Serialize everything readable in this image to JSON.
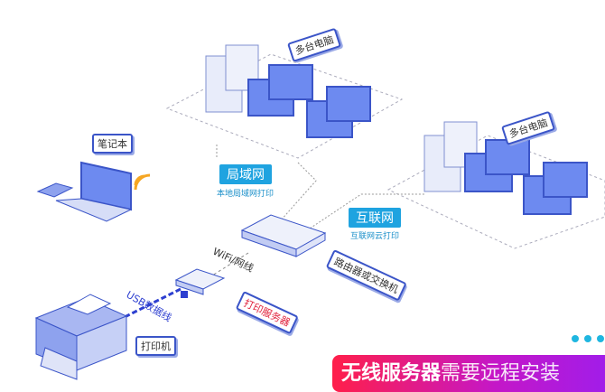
{
  "labels": {
    "computers_top": "多台电脑",
    "computers_right": "多台电脑",
    "laptop": "笔记本",
    "printer": "打印机",
    "router": "路由器或交换机",
    "print_server": "打印服务器",
    "wifi_line": "WiFi/网线",
    "usb_line": "USB数据线"
  },
  "networks": {
    "lan": {
      "title": "局域网",
      "subtitle": "本地局域网打印"
    },
    "internet": {
      "title": "互联网",
      "subtitle": "互联网云打印"
    }
  },
  "banner": {
    "bold": "无线服务器",
    "rest": "需要远程安装"
  },
  "colors": {
    "accent": "#1fa3e0",
    "device": "#b8c4f0",
    "outline": "#3b55c8",
    "banner_start": "#ff1f4a",
    "banner_end": "#9a1ef0"
  }
}
